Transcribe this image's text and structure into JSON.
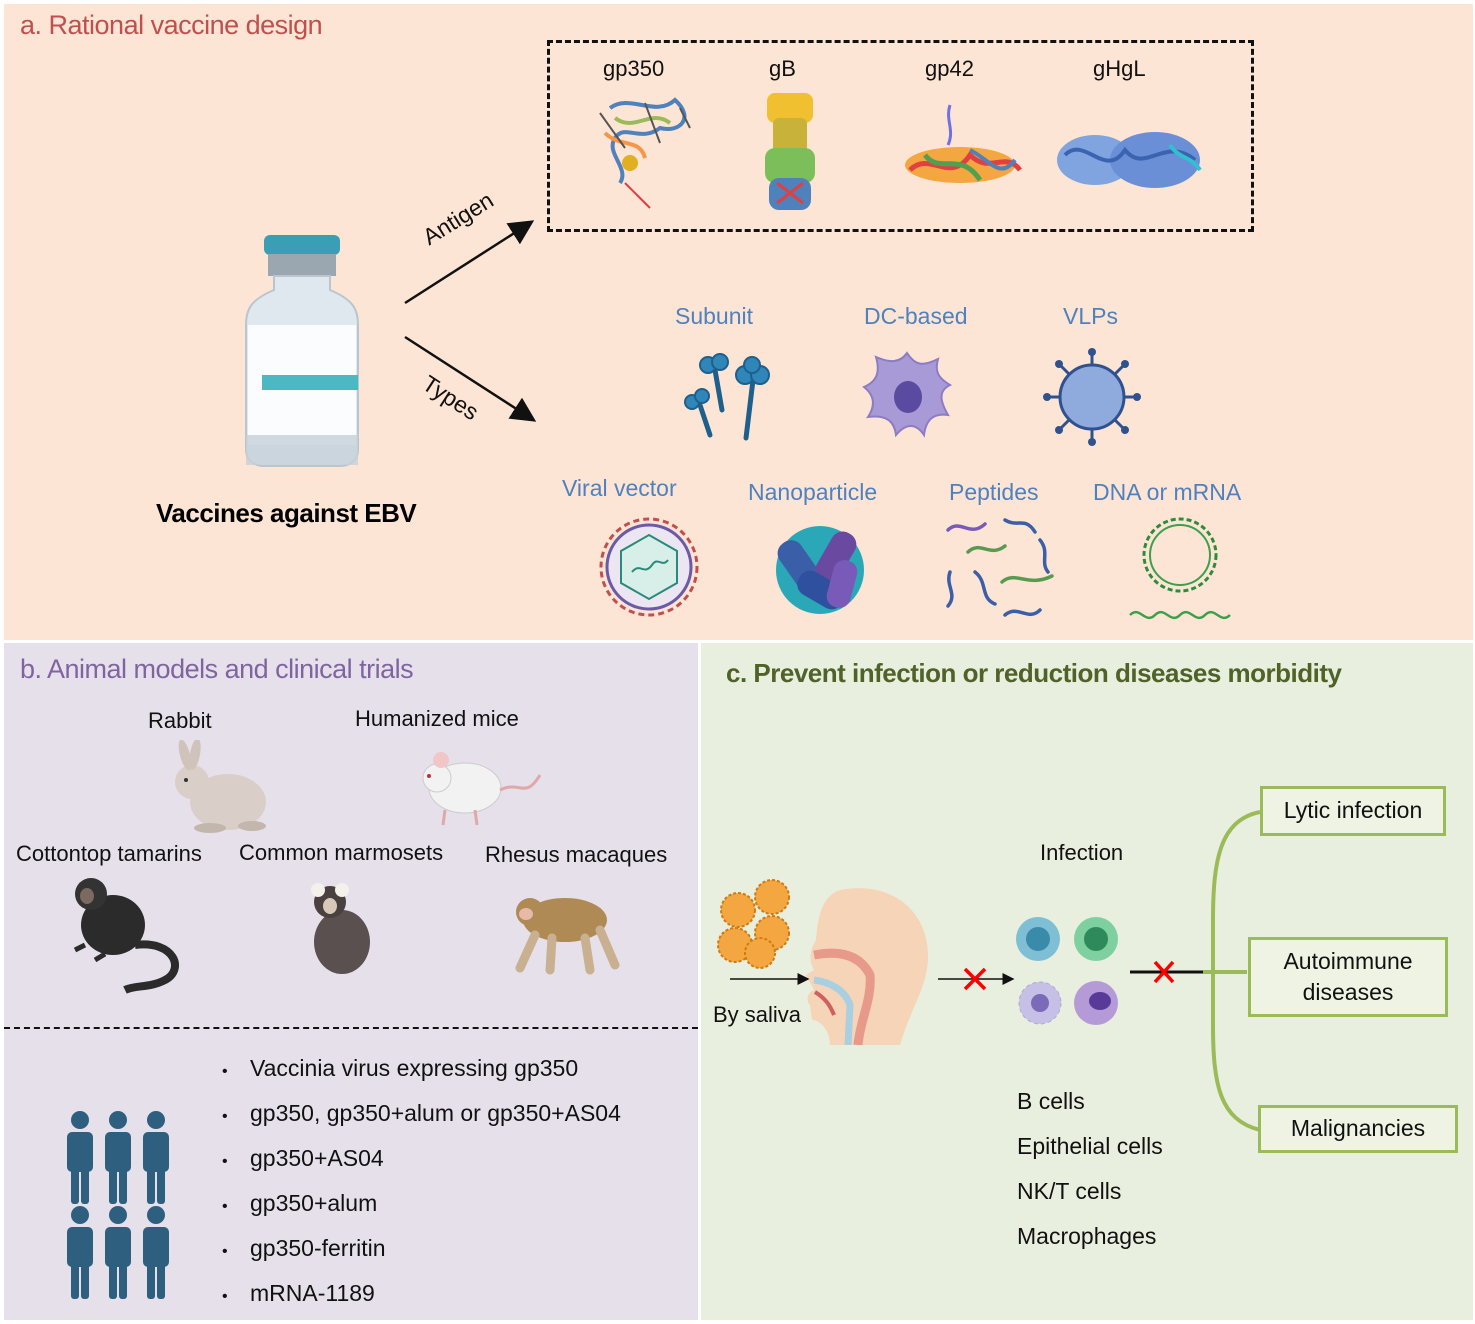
{
  "panel_a": {
    "title": "a. Rational vaccine design",
    "vial_label": "Vaccines against EBV",
    "arrow_antigen": "Antigen",
    "arrow_types": "Types",
    "antigens": [
      "gp350",
      "gB",
      "gp42",
      "gHgL"
    ],
    "types_row1": [
      "Subunit",
      "DC-based",
      "VLPs"
    ],
    "types_row2": [
      "Viral vector",
      "Nanoparticle",
      "Peptides",
      "DNA or mRNA"
    ]
  },
  "panel_b": {
    "title": "b. Animal models and clinical trials",
    "animals": [
      "Rabbit",
      "Humanized mice",
      "Cottontop tamarins",
      "Common marmosets",
      "Rhesus macaques"
    ],
    "trials": [
      "Vaccinia virus expressing gp350",
      "gp350, gp350+alum or gp350+AS04",
      "gp350+AS04",
      "gp350+alum",
      "gp350-ferritin",
      "mRNA-1189"
    ]
  },
  "panel_c": {
    "title": "c. Prevent infection or reduction diseases morbidity",
    "route": "By saliva",
    "infection": "Infection",
    "cells": [
      "B cells",
      "Epithelial cells",
      "NK/T cells",
      "Macrophages"
    ],
    "outcomes": [
      "Lytic infection",
      "Autoimmune diseases",
      "Malignancies"
    ]
  },
  "colors": {
    "panel_a_bg": "#fde5d6",
    "panel_b_bg": "#e6e0ea",
    "panel_c_bg": "#e9efdf",
    "title_a": "#c0504d",
    "title_b": "#8064a2",
    "title_c": "#4f6228",
    "type_labels": "#4f81bd",
    "outcome_border": "#9bbb59",
    "block_mark": "#ff0000"
  }
}
